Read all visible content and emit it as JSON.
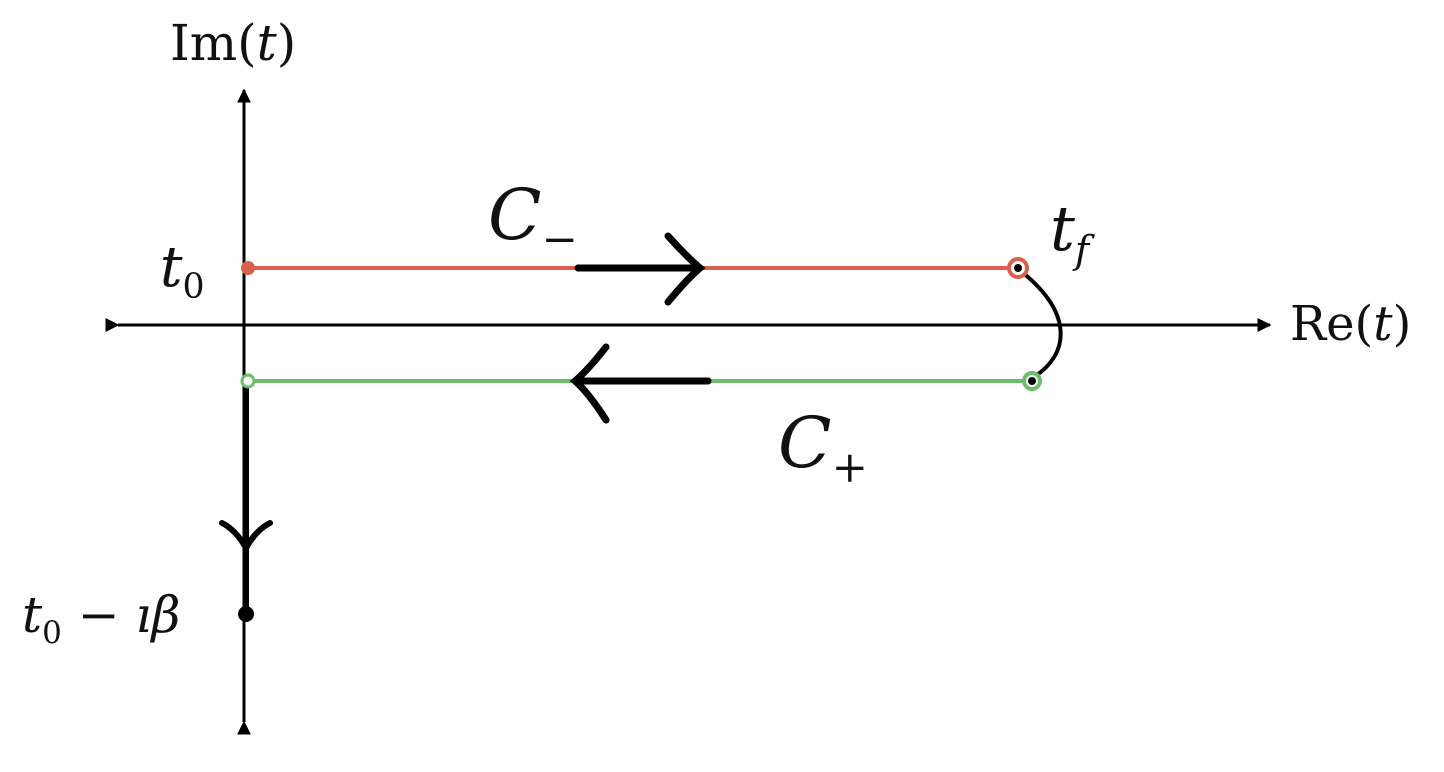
{
  "axes": {
    "imag_label_prefix": "Im(",
    "imag_label_var": "t",
    "imag_label_suffix": ")",
    "real_label_prefix": "Re(",
    "real_label_var": "t",
    "real_label_suffix": ")"
  },
  "points": {
    "t0_main": "t",
    "t0_sub": "0",
    "tf_main": "t",
    "tf_sub": "f",
    "end_main": "t",
    "end_sub": "0",
    "end_rest": " − ıβ"
  },
  "contours": {
    "minus_main": "C",
    "minus_sub": "−",
    "plus_main": "C",
    "plus_sub": "+"
  },
  "colors": {
    "forward_branch": "#d9604a",
    "backward_branch": "#6cbf6a",
    "axis": "#000000"
  }
}
